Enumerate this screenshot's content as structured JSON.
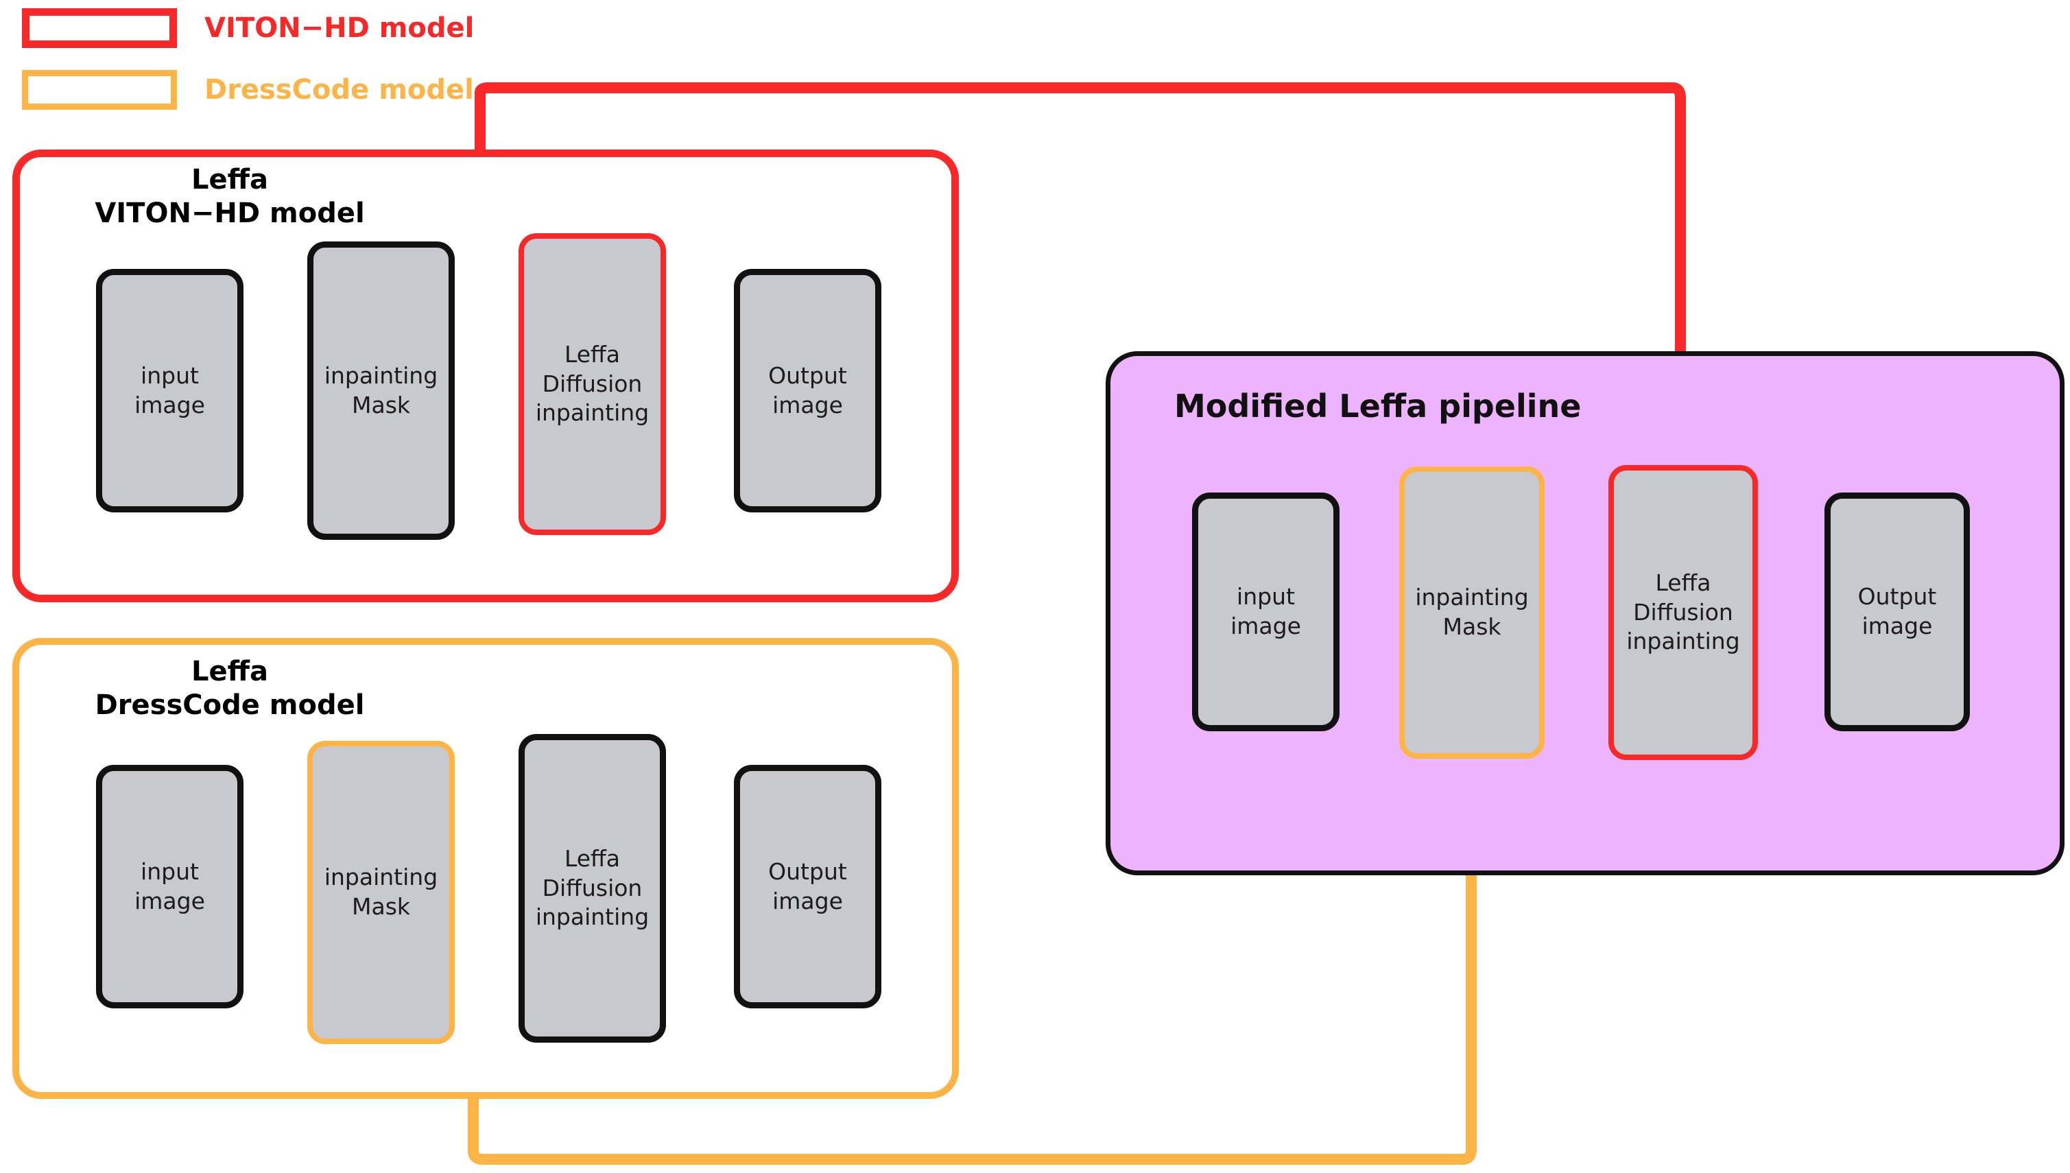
{
  "legend": {
    "items": [
      {
        "label": "VITON−HD model",
        "color": "#f72828"
      },
      {
        "label": "DressCode model",
        "color": "#fdb447"
      }
    ]
  },
  "panels": [
    {
      "id": "viton-hd",
      "title": "Leffa\nVITON−HD model",
      "border_color": "#f72828",
      "nodes": [
        {
          "label": "input\nimage",
          "outline": "black"
        },
        {
          "label": "inpainting\nMask",
          "outline": "black"
        },
        {
          "label": "Leffa\nDiffusion\ninpainting",
          "outline": "red"
        },
        {
          "label": "Output\nimage",
          "outline": "black"
        }
      ]
    },
    {
      "id": "dresscode",
      "title": "Leffa\nDressCode model",
      "border_color": "#fdb447",
      "nodes": [
        {
          "label": "input\nimage",
          "outline": "black"
        },
        {
          "label": "inpainting\nMask",
          "outline": "orange"
        },
        {
          "label": "Leffa\nDiffusion\ninpainting",
          "outline": "black"
        },
        {
          "label": "Output\nimage",
          "outline": "black"
        }
      ]
    }
  ],
  "modified": {
    "title": "Modified Leffa pipeline",
    "background": "#edb3fc",
    "nodes": [
      {
        "label": "input\nimage",
        "outline": "black"
      },
      {
        "label": "inpainting\nMask",
        "outline": "orange"
      },
      {
        "label": "Leffa\nDiffusion\ninpainting",
        "outline": "red"
      },
      {
        "label": "Output\nimage",
        "outline": "black"
      }
    ]
  },
  "connectors": {
    "red_branch": "Leffa Diffusion inpainting from VITON-HD model feeds Modified Leffa pipeline",
    "orange_branch": "inpainting Mask from DressCode model feeds Modified Leffa pipeline"
  },
  "colors": {
    "red": "#f72828",
    "orange": "#fdb447",
    "pink": "#edb3fc",
    "gray": "#c7c9ce",
    "black": "#111111"
  }
}
